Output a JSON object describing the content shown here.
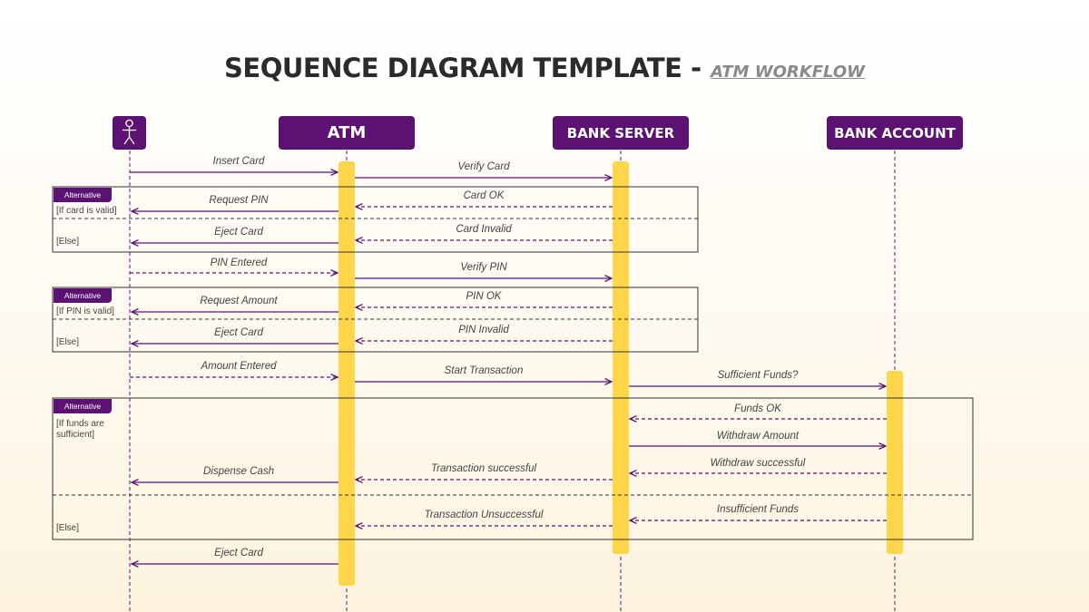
{
  "title": {
    "main": "SEQUENCE DIAGRAM TEMPLATE -",
    "sub": "ATM WORKFLOW"
  },
  "participants": {
    "atm": "ATM",
    "bank_server": "BANK SERVER",
    "bank_account": "BANK ACCOUNT"
  },
  "icons": {
    "actor": "stick-figure-icon"
  },
  "colors": {
    "purple": "#5c1272",
    "activation": "#ffd54a",
    "arrow": "#5c1272"
  },
  "fragments": [
    {
      "tag": "Alternative",
      "guard": "[If card is valid]",
      "else": "[Else]"
    },
    {
      "tag": "Alternative",
      "guard": "[If PIN is valid]",
      "else": "[Else]"
    },
    {
      "tag": "Alternative",
      "guard": "[If funds are sufficient]",
      "else": "[Else]"
    }
  ],
  "messages": [
    "Insert Card",
    "Verify Card",
    "Request PIN",
    "Card OK",
    "Eject Card",
    "Card Invalid",
    "PIN Entered",
    "Verify PIN",
    "Request Amount",
    "PIN OK",
    "Eject Card",
    "PIN Invalid",
    "Amount Entered",
    "Start Transaction",
    "Sufficient Funds?",
    "Funds OK",
    "Withdraw Amount",
    "Dispense Cash",
    "Transaction successful",
    "Withdraw successful",
    "Transaction Unsuccessful",
    "Insufficient Funds",
    "Eject Card"
  ]
}
